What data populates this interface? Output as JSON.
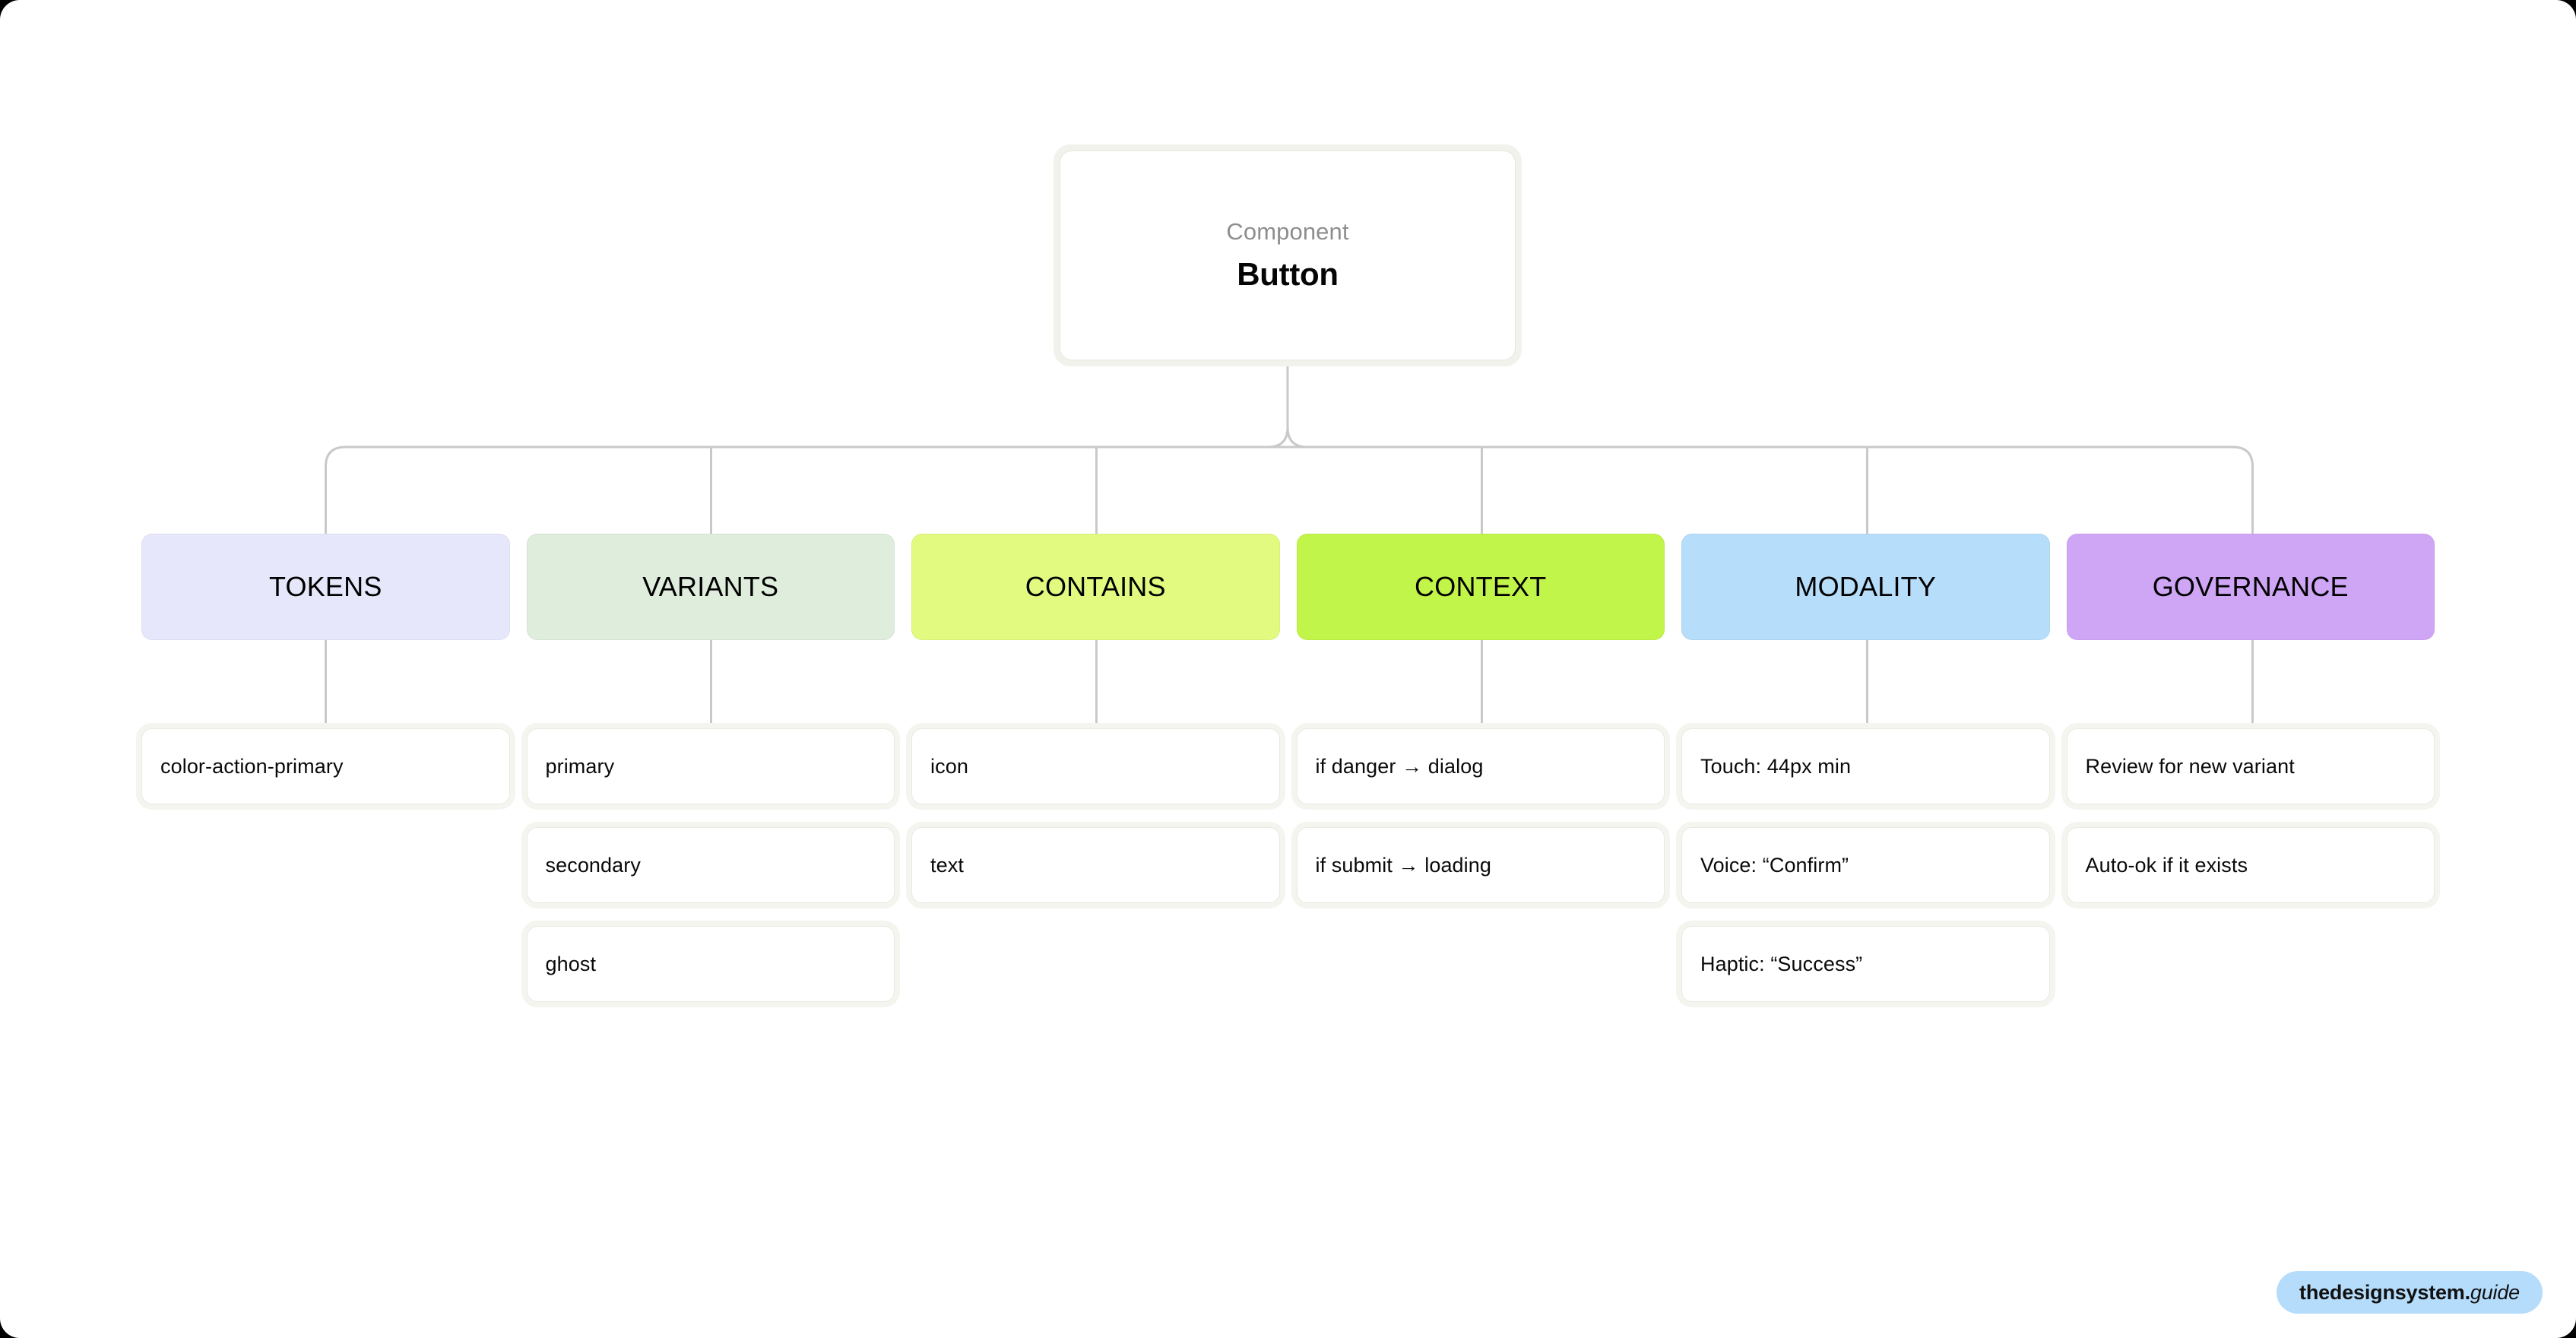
{
  "canvas": {
    "background": "#ffffff",
    "page_background": "#000000"
  },
  "root": {
    "kicker": "Component",
    "title": "Button"
  },
  "columns": [
    {
      "id": "tokens",
      "label": "TOKENS",
      "color": "#e6e7fb",
      "items": [
        {
          "label": "color-action-primary"
        }
      ]
    },
    {
      "id": "variants",
      "label": "VARIANTS",
      "color": "#dfeddd",
      "items": [
        {
          "label": "primary"
        },
        {
          "label": "secondary"
        },
        {
          "label": "ghost"
        }
      ]
    },
    {
      "id": "contains",
      "label": "CONTAINS",
      "color": "#e2fa80",
      "items": [
        {
          "label": "icon"
        },
        {
          "label": "text"
        }
      ]
    },
    {
      "id": "context",
      "label": "CONTEXT",
      "color": "#c2f549",
      "items": [
        {
          "label": "if danger → dialog"
        },
        {
          "label": "if submit → loading"
        }
      ]
    },
    {
      "id": "modality",
      "label": "MODALITY",
      "color": "#b6ddfa",
      "items": [
        {
          "label": "Touch: 44px min"
        },
        {
          "label": "Voice: “Confirm”"
        },
        {
          "label": "Haptic: “Success”"
        }
      ]
    },
    {
      "id": "governance",
      "label": "GOVERNANCE",
      "color": "#cfa6f6",
      "items": [
        {
          "label": "Review for new variant"
        },
        {
          "label": "Auto-ok if it exists"
        }
      ]
    }
  ],
  "badge": {
    "name": "thedesignsystem.",
    "tld": "guide",
    "background": "#b5dcfb"
  },
  "wires": {
    "color": "#c9c9c9",
    "width": 3
  }
}
